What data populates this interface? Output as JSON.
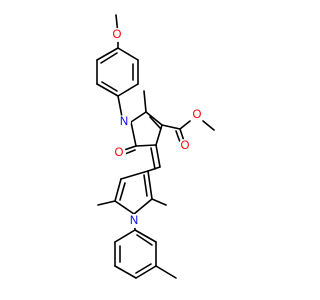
{
  "molecule": {
    "atom_labels": {
      "ether_oxygen": "O",
      "ring_nitrogen": "N",
      "ester_oxygen_single": "O",
      "ester_oxygen_double": "O",
      "lactam_oxygen": "O",
      "pyrrole_nitrogen": "N"
    },
    "colors": {
      "bond": "#000000",
      "carbon_text": "#000000",
      "oxygen": "#ff0000",
      "nitrogen": "#0000ff",
      "background": "#ffffff"
    }
  }
}
